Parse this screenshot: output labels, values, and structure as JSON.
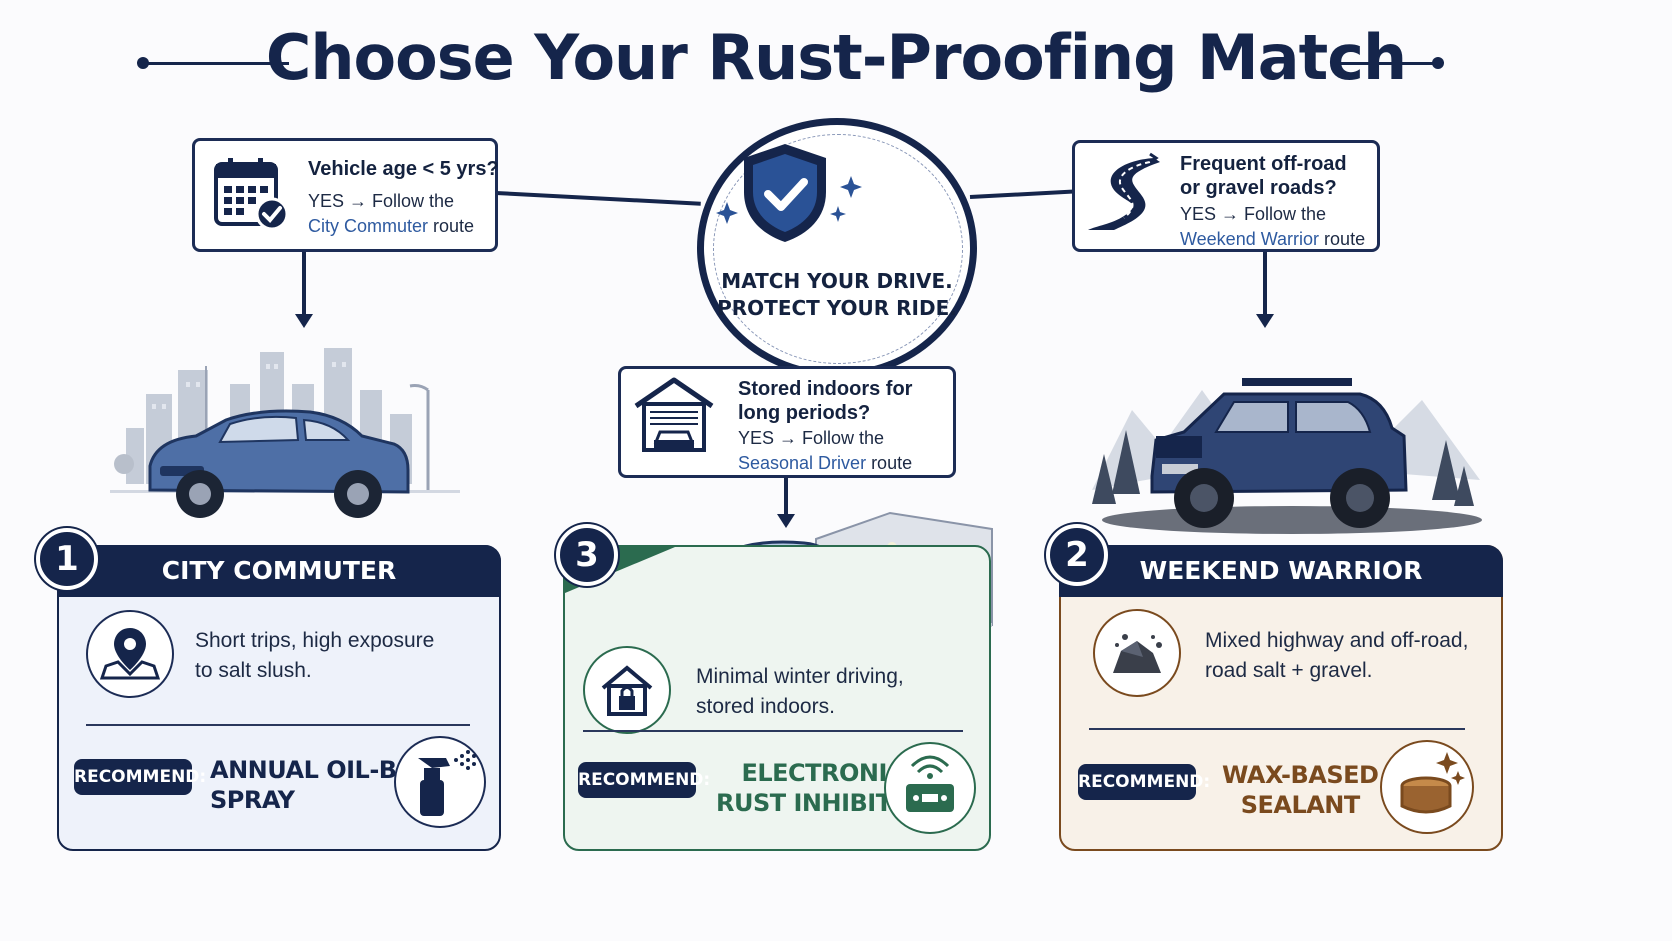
{
  "title": "Choose Your Rust-Proofing Match",
  "colors": {
    "navy": "#15254b",
    "blue_route": "#2e5aa0",
    "green": "#2b6b4f",
    "brown": "#7a4a1e"
  },
  "center": {
    "line1": "MATCH YOUR DRIVE.",
    "line2": "PROTECT YOUR RIDE.",
    "icon": "shield-check-icon"
  },
  "questions": [
    {
      "title_lines": [
        "Vehicle age < 5 yrs?"
      ],
      "yes_text": "YES → Follow the",
      "route_name": "City Commuter",
      "route_suffix": " route",
      "icon": "calendar-check-icon"
    },
    {
      "title_lines": [
        "Frequent off-road",
        "or gravel roads?"
      ],
      "yes_text": "YES → Follow the",
      "route_name": "Weekend Warrior",
      "route_suffix": " route",
      "icon": "winding-road-icon"
    },
    {
      "title_lines": [
        "Stored indoors for",
        "long periods?"
      ],
      "yes_text": "YES → Follow the",
      "route_name": "Seasonal Driver",
      "route_suffix": " route",
      "icon": "garage-icon"
    }
  ],
  "cards": [
    {
      "number": "1",
      "heading": "CITY COMMUTER",
      "desc_lines": [
        "Short trips, high exposure",
        "to salt slush."
      ],
      "recommend_label": "RECOMMEND:",
      "rec_lines": [
        "ANNUAL OIL-BASED",
        "SPRAY"
      ],
      "desc_icon": "map-pin-icon",
      "rec_icon": "spray-bottle-icon"
    },
    {
      "number": "3",
      "heading": "",
      "desc_lines": [
        "Minimal winter driving,",
        "stored indoors."
      ],
      "recommend_label": "RECOMMEND:",
      "rec_lines": [
        "ELECTRONIC",
        "RUST INHIBITOR"
      ],
      "desc_icon": "house-lock-icon",
      "rec_icon": "electronic-device-icon"
    },
    {
      "number": "2",
      "heading": "WEEKEND WARRIOR",
      "desc_lines": [
        "Mixed highway and off-road,",
        "road salt + gravel."
      ],
      "recommend_label": "RECOMMEND:",
      "rec_lines": [
        "WAX-BASED",
        "SEALANT"
      ],
      "desc_icon": "rocks-icon",
      "rec_icon": "wax-tin-icon"
    }
  ]
}
